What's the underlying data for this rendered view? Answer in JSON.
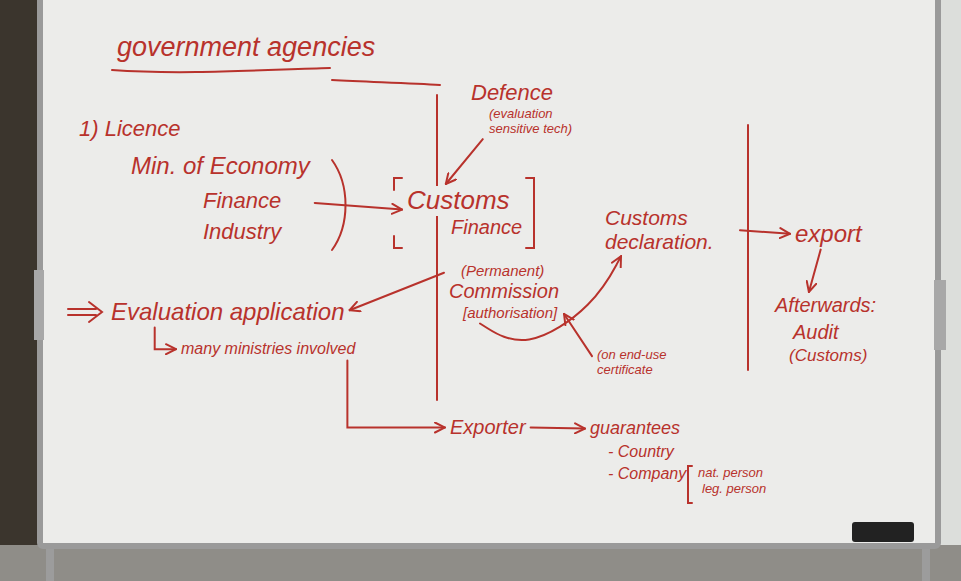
{
  "diagram": {
    "title": "government agencies",
    "nodes": [
      {
        "text": [
          "Defence",
          "(evaluation sensitive tech)"
        ]
      },
      {
        "text": [
          "Min. of Economy",
          "Finance",
          "Industry"
        ]
      },
      {
        "text": [
          "Customs",
          "Finance"
        ]
      },
      {
        "text": [
          "Customs declaration."
        ]
      },
      {
        "text": [
          "export"
        ]
      },
      {
        "text": [
          "(Permanent)",
          "Commission",
          "[authorisation]"
        ]
      },
      {
        "text": [
          "Afterwards:",
          "Audit",
          "(Customs)"
        ]
      },
      {
        "text": [
          "Evaluation application"
        ]
      },
      {
        "text": [
          "many ministries involved"
        ]
      },
      {
        "text": [
          "(on end-use certificate"
        ]
      },
      {
        "text": [
          "Exporter"
        ]
      },
      {
        "text": [
          "guarantees",
          "- Country",
          "- Company",
          "nat. person",
          "leg. person"
        ]
      }
    ],
    "edges": [
      {
        "from": 0,
        "to": 2,
        "arrow": "to"
      },
      {
        "from": 1,
        "to": 2,
        "arrow": "to"
      },
      {
        "from": 5,
        "to": 7,
        "arrow": "to"
      },
      {
        "from": 7,
        "to": 8,
        "arrow": "to"
      },
      {
        "from": 8,
        "to": 10,
        "arrow": "to"
      },
      {
        "from": 10,
        "to": 11,
        "arrow": "to"
      },
      {
        "from": 9,
        "to": 5,
        "arrow": "to"
      },
      {
        "from": 5,
        "to": 3,
        "arrow": "to"
      },
      {
        "from": 3,
        "to": 4,
        "arrow": "to"
      },
      {
        "from": 4,
        "to": 6,
        "arrow": "to"
      }
    ],
    "labels": [
      "1) Licence"
    ]
  }
}
